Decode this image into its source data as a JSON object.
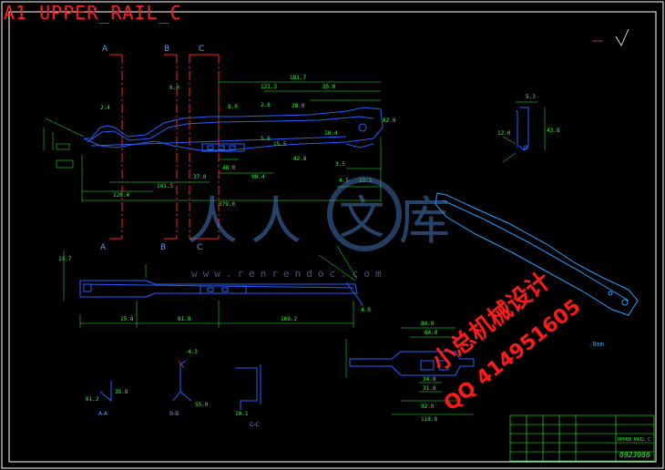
{
  "drawing_title": "A1 UPPER_RAIL_C",
  "section_labels": {
    "top_a": "A",
    "top_b": "B",
    "top_c": "C",
    "bot_a": "A",
    "bot_b": "B",
    "bot_c": "C",
    "aa": "A-A",
    "bb": "B-B",
    "cc": "C-C"
  },
  "dimensions": {
    "d181_7": "181.7",
    "d121_3": "121.3",
    "d35_0": "35.0",
    "d82_0": "82.0",
    "d141_5": "141.5",
    "d126_4": "126.4",
    "d379_0": "379.0",
    "d90_4": "90.4",
    "d37_0": "37.0",
    "d48_0": "48.0",
    "d3_5": "3.5",
    "d4_5": "4.5",
    "d22_1": "22.1",
    "d15_8": "15.8",
    "d81_8": "81.8",
    "d169_2": "169.2",
    "d13_7": "13.7",
    "d84_0": "84.0",
    "d64_0": "64.0",
    "d92_0": "92.0",
    "d118_8": "118.8",
    "d34_8": "34.8",
    "d31_8": "31.8",
    "d12_0": "12.0",
    "d5_3": "5.3",
    "d43_8": "43.8",
    "d4_3": "4.3",
    "d10_1": "10.1",
    "d35_8": "35.8",
    "d61_2": "61.2",
    "d55_0": "55.0",
    "d2_6": "2.6",
    "d8_0": "8.0",
    "d6_0": "6.0",
    "d2_4": "2.4",
    "d4_0": "4.0",
    "d15_5": "15.5",
    "d5_6": "5.6",
    "d28_0": "28.0",
    "d42_8": "42.8",
    "d10_4": "10.4"
  },
  "iso_note": ".8mm",
  "watermark": {
    "chars": [
      "人",
      "人",
      "文",
      "库"
    ],
    "url": "www.renrendoc.com"
  },
  "overlay_text": {
    "line1": "小总机械设计",
    "line2": "QQ 414951605"
  },
  "title_block": {
    "part_name": "UPPER RAIL C",
    "drawing_no": "0923086"
  },
  "colors": {
    "background": "#000000",
    "geometry": "#2060ff",
    "dimension": "#20ff20",
    "section_line": "#ff2020",
    "border": "#ffffff"
  }
}
